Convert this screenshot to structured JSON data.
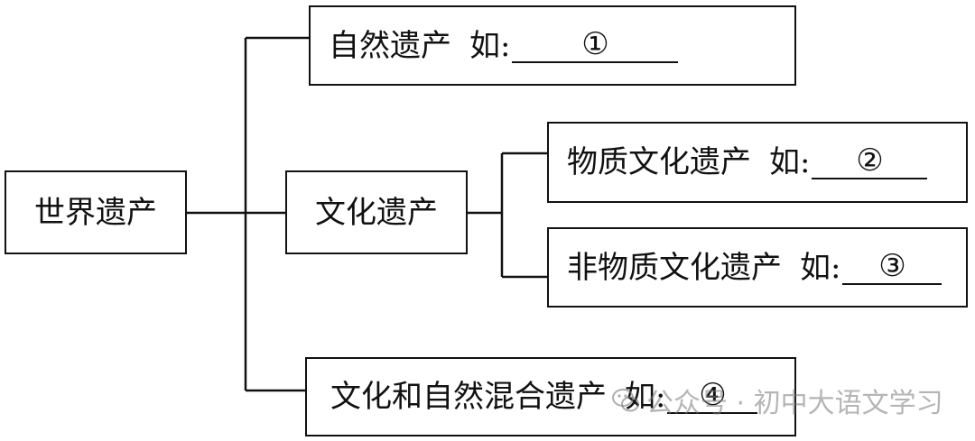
{
  "diagram": {
    "root": "世界遗产",
    "natural": {
      "label": "自然遗产",
      "example_prefix": "如:",
      "blank_number": "①"
    },
    "cultural": {
      "label": "文化遗产"
    },
    "tangible": {
      "label": "物质文化遗产",
      "example_prefix": "如:",
      "blank_number": "②"
    },
    "intangible": {
      "label": "非物质文化遗产",
      "example_prefix": "如:",
      "blank_number": "③"
    },
    "mixed": {
      "label": "文化和自然混合遗产",
      "example_prefix": "如:",
      "blank_number": "④"
    }
  },
  "watermark": {
    "text": "公众号 · 初中大语文学习",
    "icon": "wechat-icon"
  },
  "colors": {
    "ink": "#111111",
    "background": "#ffffff",
    "watermark": "#999999"
  }
}
